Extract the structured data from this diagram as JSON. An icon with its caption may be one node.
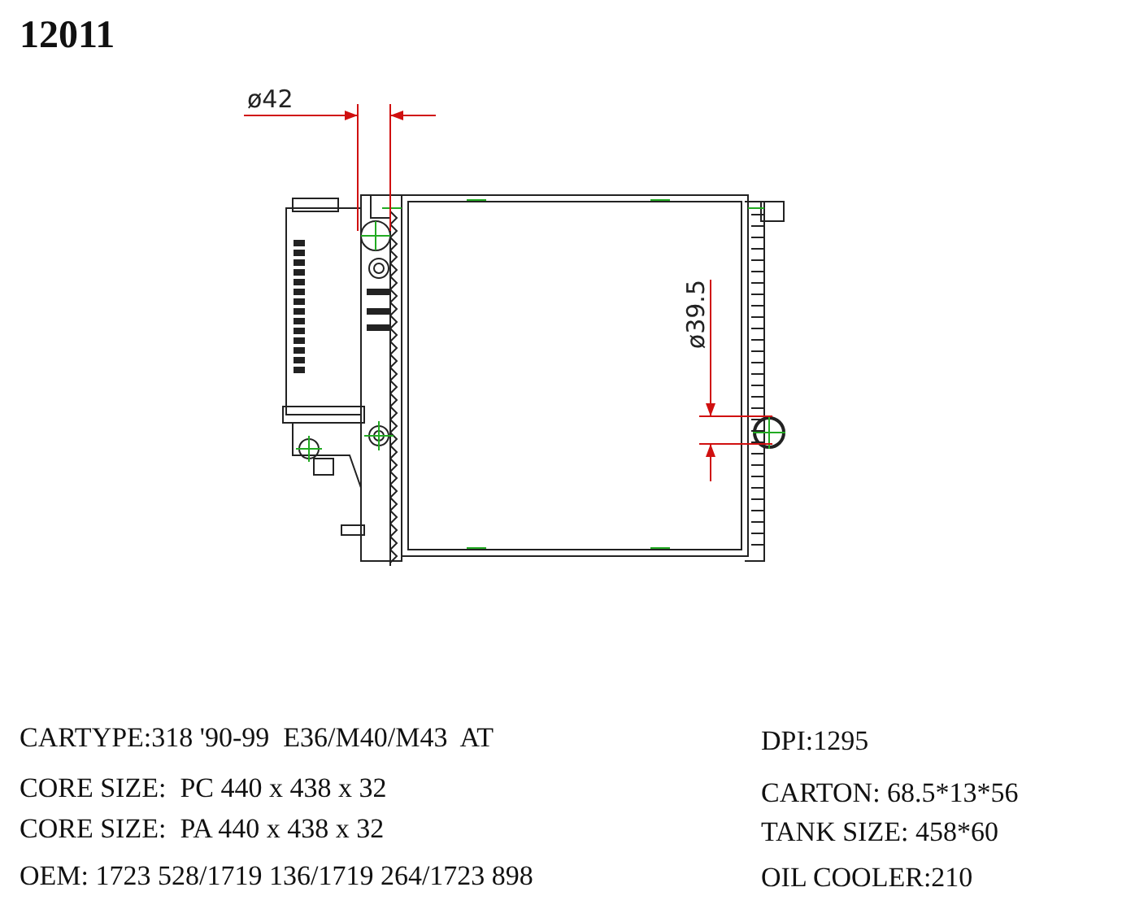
{
  "diagram": {
    "labels": [
      "12011",
      "ø42",
      "ø39.5",
      "CARTYPE:318 '90-99  E36/M40/M43  AT",
      "DPI:1295",
      "CORE SIZE:  PC 440 x 438 x 32",
      "CARTON: 68.5*13*56",
      "CORE SIZE:  PA 440 x 438 x 32",
      "TANK SIZE: 458*60",
      "OEM: 1723 528/1719 136/1719 264/1723 898",
      "OIL COOLER:210"
    ]
  }
}
